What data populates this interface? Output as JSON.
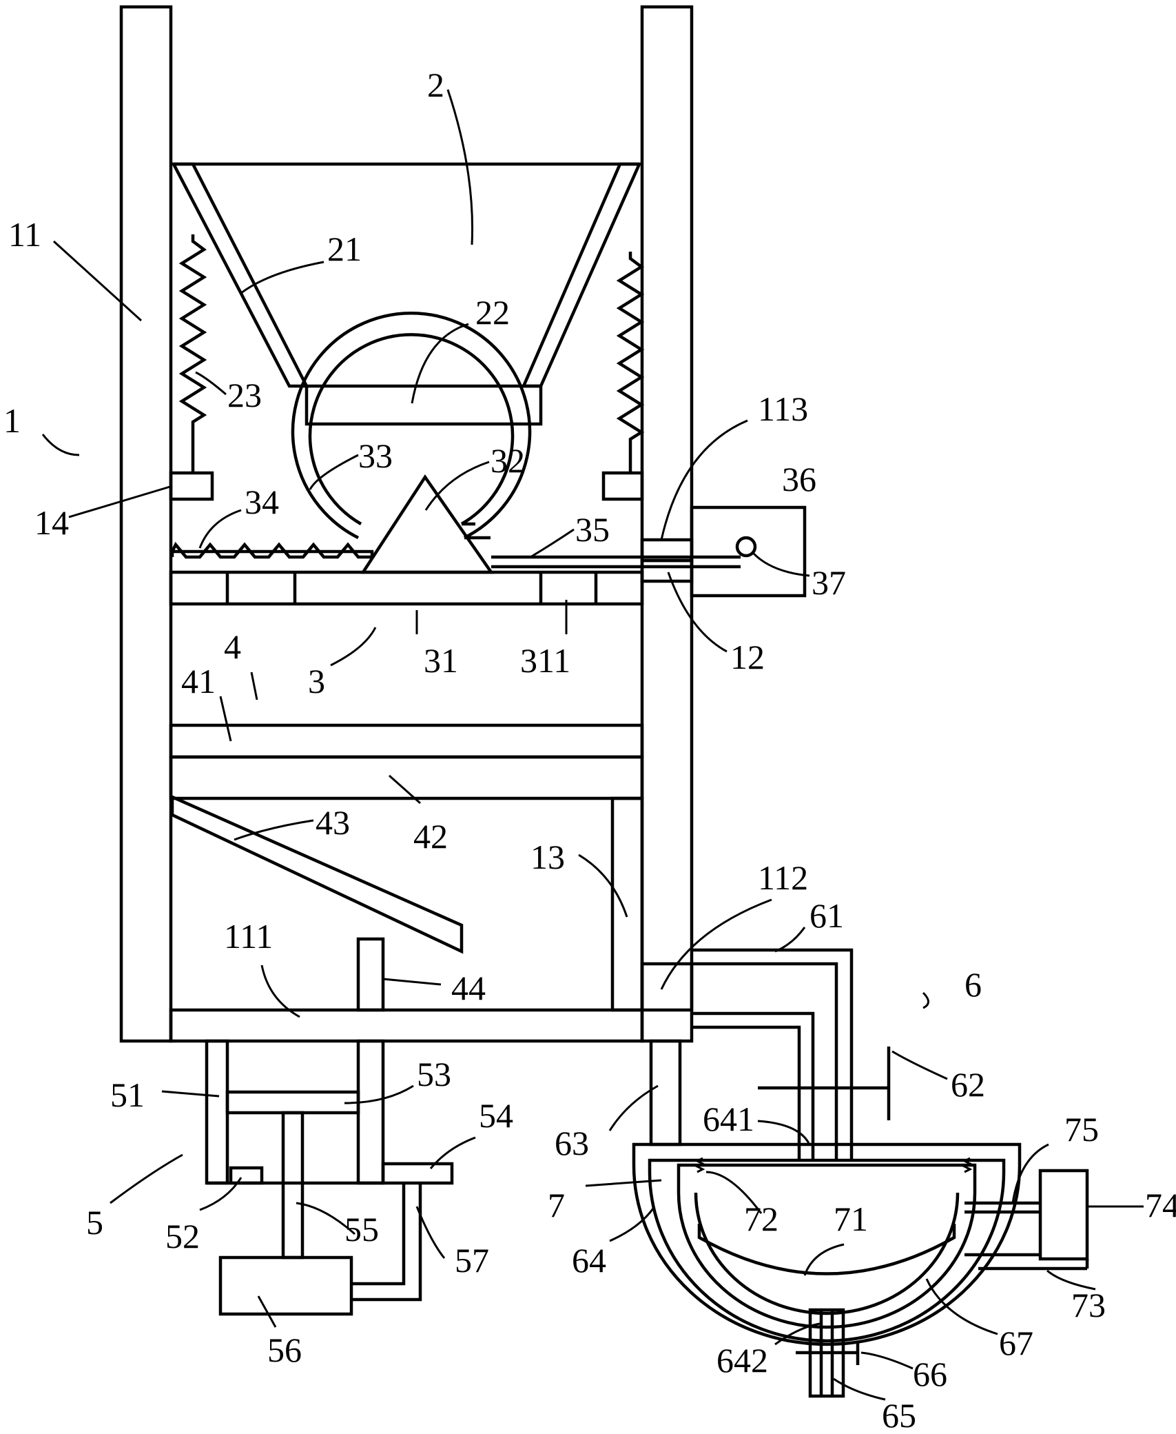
{
  "labels": {
    "l1": "1",
    "l2": "2",
    "l3": "3",
    "l4": "4",
    "l5": "5",
    "l6": "6",
    "l7": "7",
    "l11": "11",
    "l12": "12",
    "l13": "13",
    "l14": "14",
    "l21": "21",
    "l22": "22",
    "l23": "23",
    "l31": "31",
    "l32": "32",
    "l33": "33",
    "l34": "34",
    "l35": "35",
    "l36": "36",
    "l37": "37",
    "l41": "41",
    "l42": "42",
    "l43": "43",
    "l44": "44",
    "l51": "51",
    "l52": "52",
    "l53": "53",
    "l54": "54",
    "l55": "55",
    "l56": "56",
    "l57": "57",
    "l61": "61",
    "l62": "62",
    "l63": "63",
    "l64": "64",
    "l65": "65",
    "l66": "66",
    "l67": "67",
    "l71": "71",
    "l72": "72",
    "l73": "73",
    "l74": "74",
    "l75": "75",
    "l111": "111",
    "l112": "112",
    "l113": "113",
    "l311": "311",
    "l641": "641",
    "l642": "642"
  }
}
